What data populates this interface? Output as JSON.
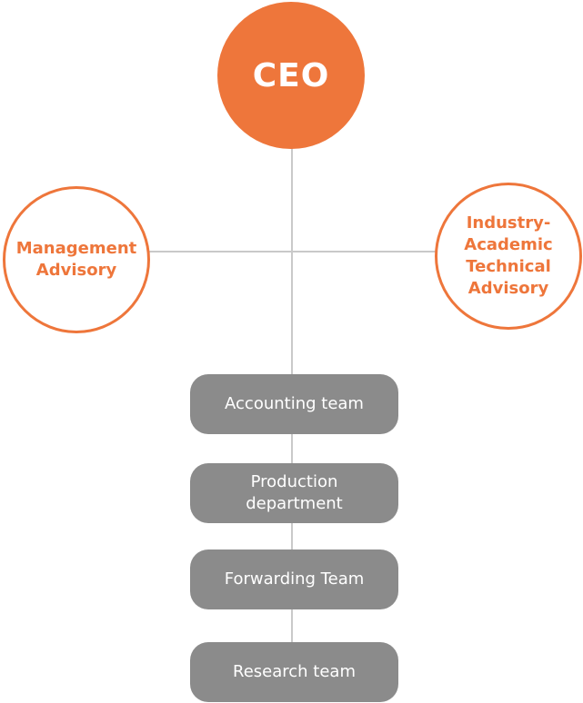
{
  "org_chart": {
    "ceo": {
      "label": "CEO"
    },
    "advisory": {
      "left": {
        "label": "Management\nAdvisory"
      },
      "right": {
        "label": "Industry-\nAcademic\nTechnical\nAdvisory"
      }
    },
    "teams": [
      {
        "label": "Accounting team"
      },
      {
        "label": "Production\ndepartment"
      },
      {
        "label": "Forwarding Team"
      },
      {
        "label": "Research team"
      }
    ],
    "colors": {
      "accent": "#ee763b",
      "team_fill": "#8b8b8b",
      "connector": "#c9c9c9",
      "background": "#ffffff"
    }
  }
}
